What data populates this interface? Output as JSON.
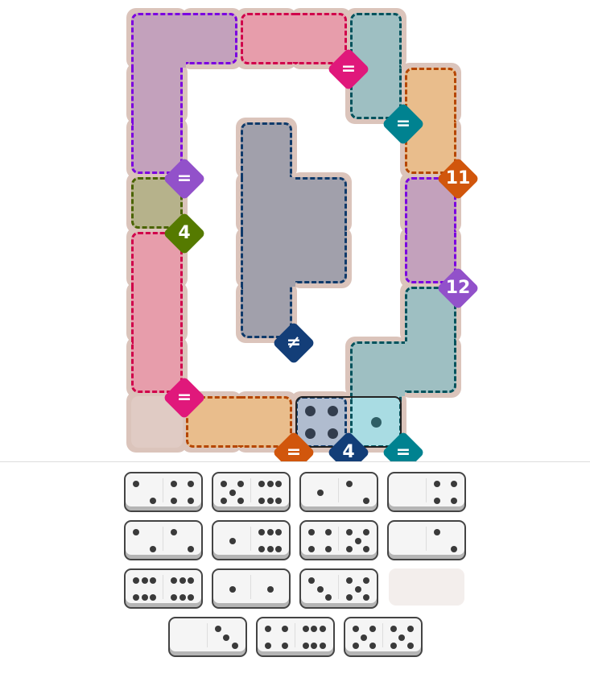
{
  "palette": {
    "purple": {
      "fill": "#c3a1bc",
      "border": "#7b00e0",
      "badge": "#9251ca"
    },
    "pink": {
      "fill": "#e79dab",
      "border": "#d0004a",
      "badge": "#e0187b"
    },
    "teal": {
      "fill": "#9ebfc2",
      "border": "#00525c",
      "badge": "#008290"
    },
    "orange": {
      "fill": "#e9bd8c",
      "border": "#b54600",
      "badge": "#d1560c"
    },
    "olive": {
      "fill": "#b6b28b",
      "border": "#4a6400",
      "badge": "#557a00"
    },
    "gray": {
      "fill": "#a1a0ab",
      "border": "#0f3a6a",
      "badge": "#133e78"
    },
    "navy": {
      "fill": "#b0bdcf",
      "border": "#0f3a6a",
      "badge": "#133e78"
    },
    "plain": {
      "fill": "#e0cbc4",
      "border": null,
      "badge": null
    }
  },
  "board_bg": "#dbc4bb",
  "regions": [
    {
      "name": "purple-top",
      "color": "purple",
      "cells": [
        [
          0,
          0
        ],
        [
          0,
          1
        ],
        [
          1,
          0
        ],
        [
          2,
          0
        ]
      ],
      "constraint": "=",
      "badge_cell": [
        2,
        0
      ]
    },
    {
      "name": "pink-top",
      "color": "pink",
      "cells": [
        [
          0,
          2
        ],
        [
          0,
          3
        ]
      ],
      "constraint": "=",
      "badge_cell": [
        0,
        3
      ]
    },
    {
      "name": "teal-top",
      "color": "teal",
      "cells": [
        [
          0,
          4
        ],
        [
          1,
          4
        ]
      ],
      "constraint": "=",
      "badge_cell": [
        1,
        4
      ]
    },
    {
      "name": "orange-right",
      "color": "orange",
      "cells": [
        [
          1,
          5
        ],
        [
          2,
          5
        ]
      ],
      "constraint": "11",
      "badge_cell": [
        2,
        5
      ]
    },
    {
      "name": "purple-right",
      "color": "purple",
      "cells": [
        [
          3,
          5
        ],
        [
          4,
          5
        ]
      ],
      "constraint": "12",
      "badge_cell": [
        4,
        5
      ]
    },
    {
      "name": "olive-left",
      "color": "olive",
      "cells": [
        [
          3,
          0
        ]
      ],
      "constraint": "4",
      "badge_cell": [
        3,
        0
      ]
    },
    {
      "name": "pink-left",
      "color": "pink",
      "cells": [
        [
          4,
          0
        ],
        [
          5,
          0
        ],
        [
          6,
          0
        ]
      ],
      "constraint": "=",
      "badge_cell": [
        6,
        0
      ]
    },
    {
      "name": "gray-center",
      "color": "gray",
      "cells": [
        [
          2,
          2
        ],
        [
          3,
          2
        ],
        [
          3,
          3
        ],
        [
          4,
          2
        ],
        [
          4,
          3
        ],
        [
          5,
          2
        ]
      ],
      "constraint": "≠",
      "badge_cell": [
        5,
        2
      ]
    },
    {
      "name": "teal-bottom",
      "color": "teal",
      "cells": [
        [
          5,
          5
        ],
        [
          6,
          4
        ],
        [
          6,
          5
        ],
        [
          7,
          4
        ]
      ],
      "constraint": "=",
      "badge_cell": [
        7,
        4
      ]
    },
    {
      "name": "orange-bottom",
      "color": "orange",
      "cells": [
        [
          7,
          1
        ],
        [
          7,
          2
        ]
      ],
      "constraint": "=",
      "badge_cell": [
        7,
        2
      ]
    },
    {
      "name": "navy-bottom",
      "color": "navy",
      "cells": [
        [
          7,
          3
        ]
      ],
      "constraint": "4",
      "badge_cell": [
        7,
        3
      ]
    },
    {
      "name": "plain-cell",
      "color": "plain",
      "cells": [
        [
          7,
          0
        ]
      ],
      "constraint": null,
      "badge_cell": null
    }
  ],
  "placed_domino": {
    "cells": [
      [
        7,
        3
      ],
      [
        7,
        4
      ]
    ],
    "pips": [
      4,
      1
    ],
    "fills": [
      "#b0bccf",
      "#a9dce3"
    ],
    "pip_colors": [
      "#333d4d",
      "#2f5f66"
    ]
  },
  "tray": [
    [
      [
        2,
        4
      ],
      [
        5,
        6
      ],
      [
        1,
        2
      ],
      [
        0,
        4
      ]
    ],
    [
      [
        2,
        2
      ],
      [
        1,
        6
      ],
      [
        4,
        5
      ],
      [
        0,
        2
      ]
    ],
    [
      [
        6,
        6
      ],
      [
        1,
        1
      ],
      [
        3,
        5
      ],
      null
    ],
    [
      [
        0,
        3
      ],
      [
        4,
        6
      ],
      [
        5,
        5
      ]
    ]
  ]
}
